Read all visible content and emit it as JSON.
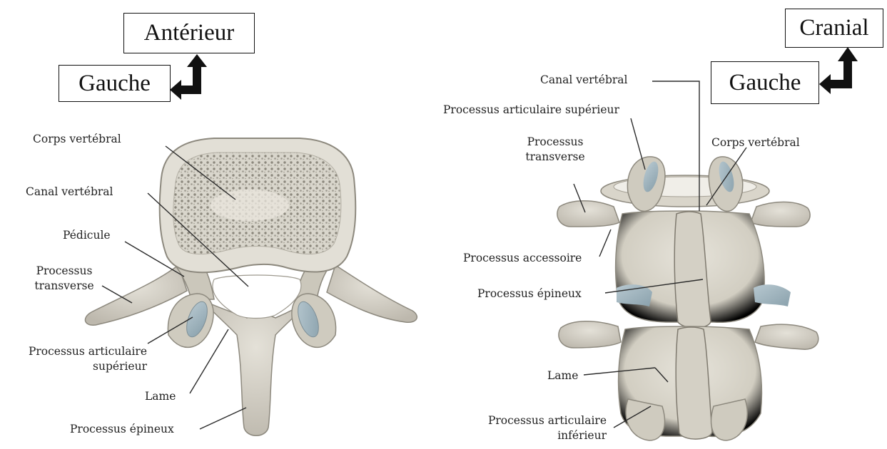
{
  "left_view": {
    "orientation": {
      "primary": "Antérieur",
      "secondary": "Gauche"
    },
    "labels": {
      "body": "Corps vertébral",
      "canal": "Canal vertébral",
      "pedicle": "Pédicule",
      "transverse_1": "Processus",
      "transverse_2": "transverse",
      "sup_articular_1": "Processus articulaire",
      "sup_articular_2": "supérieur",
      "lamina": "Lame",
      "spinous": "Processus épineux"
    }
  },
  "right_view": {
    "orientation": {
      "primary": "Cranial",
      "secondary": "Gauche"
    },
    "labels": {
      "canal": "Canal vertébral",
      "sup_articular": "Processus articulaire supérieur",
      "transverse_1": "Processus",
      "transverse_2": "transverse",
      "body": "Corps vertébral",
      "accessory": "Processus accessoire",
      "spinous": "Processus épineux",
      "lamina": "Lame",
      "inf_articular_1": "Processus articulaire",
      "inf_articular_2": "inférieur"
    }
  },
  "colors": {
    "bone": "#d6d2c6",
    "bone_shadow": "#a9a498",
    "bone_dark": "#7f7a6f",
    "cancellous": "#b9b5aa",
    "cartilage": "#9fb3bd",
    "leader": "#2b2b2b"
  }
}
